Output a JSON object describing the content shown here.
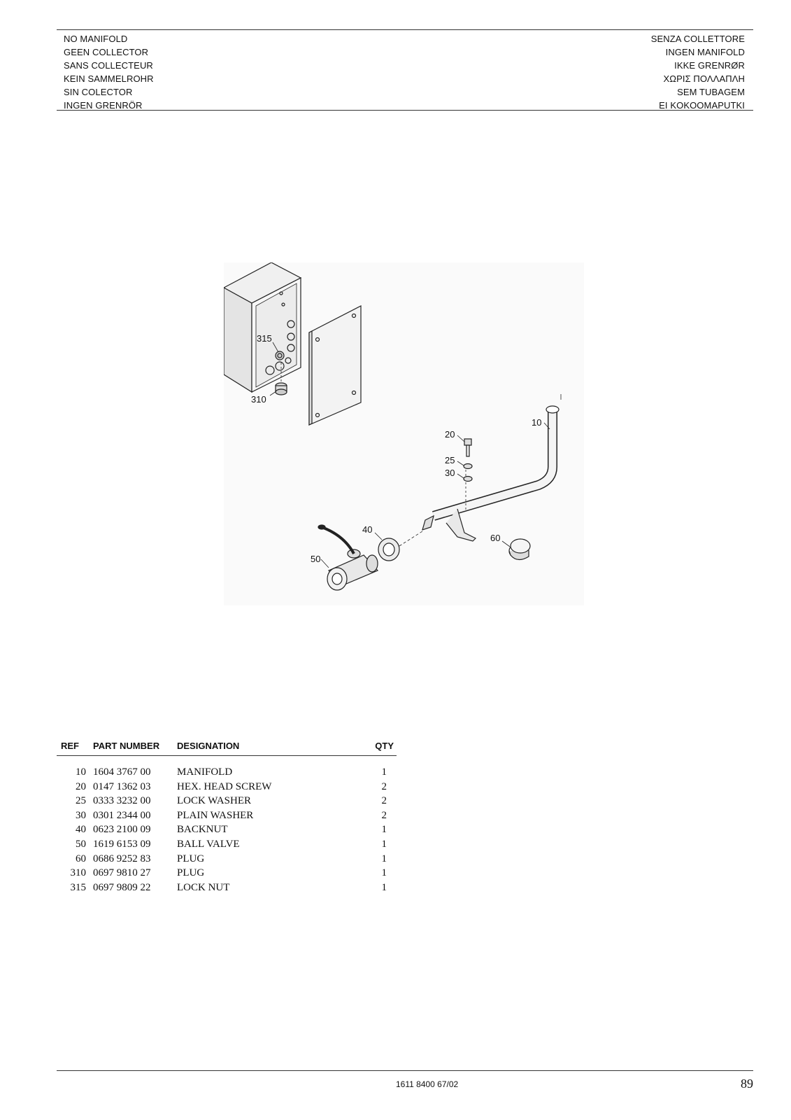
{
  "header": {
    "left_titles": [
      "NO MANIFOLD",
      "GEEN COLLECTOR",
      "SANS COLLECTEUR",
      "KEIN SAMMELROHR",
      "SIN COLECTOR",
      "INGEN GRENRÖR"
    ],
    "right_titles": [
      "SENZA COLLETTORE",
      "INGEN MANIFOLD",
      "IKKE GRENRØR",
      "ΧΩΡΙΣ ΠΟΛΛΑΠΛΗ",
      "SEM TUBAGEM",
      "EI KOKOOMAPUTKI"
    ]
  },
  "drawing": {
    "callouts": [
      "315",
      "310",
      "10",
      "20",
      "25",
      "30",
      "40",
      "60",
      "50"
    ]
  },
  "parts_table": {
    "headers": {
      "ref": "REF",
      "part_number": "PART NUMBER",
      "designation": "DESIGNATION",
      "qty": "QTY"
    },
    "rows": [
      {
        "ref": "10",
        "part_number": "1604 3767 00",
        "designation": "MANIFOLD",
        "qty": "1"
      },
      {
        "ref": "20",
        "part_number": "0147 1362 03",
        "designation": "HEX. HEAD SCREW",
        "qty": "2"
      },
      {
        "ref": "25",
        "part_number": "0333 3232 00",
        "designation": "LOCK WASHER",
        "qty": "2"
      },
      {
        "ref": "30",
        "part_number": "0301 2344 00",
        "designation": "PLAIN WASHER",
        "qty": "2"
      },
      {
        "ref": "40",
        "part_number": "0623 2100 09",
        "designation": "BACKNUT",
        "qty": "1"
      },
      {
        "ref": "50",
        "part_number": "1619 6153 09",
        "designation": "BALL VALVE",
        "qty": "1"
      },
      {
        "ref": "60",
        "part_number": "0686 9252 83",
        "designation": "PLUG",
        "qty": "1"
      },
      {
        "ref": "310",
        "part_number": "0697 9810 27",
        "designation": "PLUG",
        "qty": "1"
      },
      {
        "ref": "315",
        "part_number": "0697 9809 22",
        "designation": "LOCK NUT",
        "qty": "1"
      }
    ]
  },
  "footer": {
    "doc_number": "1611 8400 67/02",
    "page_number": "89"
  }
}
